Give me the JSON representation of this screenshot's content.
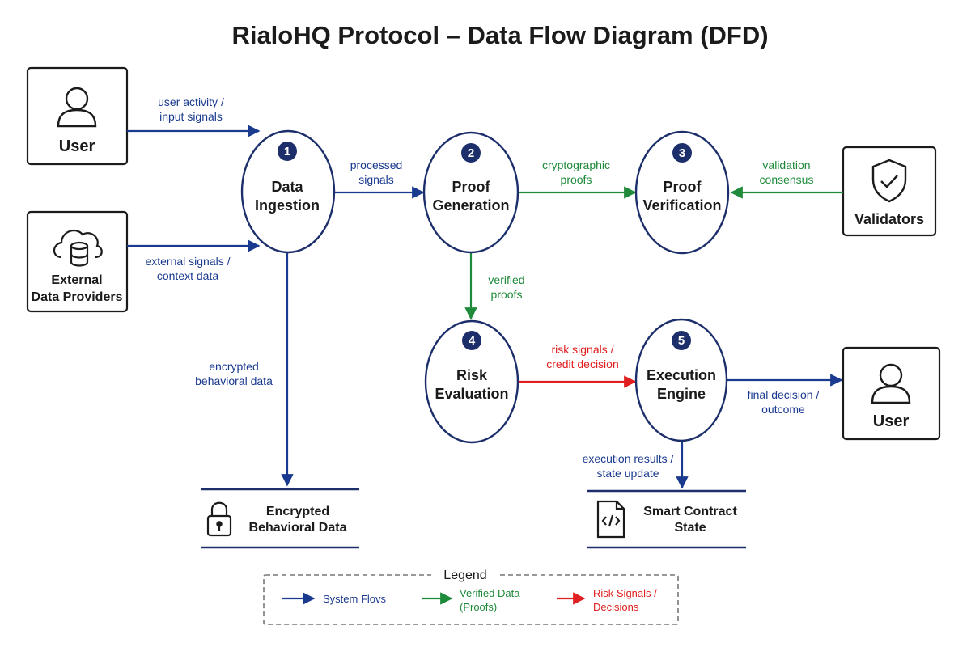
{
  "title": "RialoHQ Protocol – Data Flow Diagram (DFD)",
  "colors": {
    "system": "#1a3a8f",
    "verified": "#1e8a3a",
    "risk": "#e02020",
    "node_stroke": "#1c2f6b",
    "number_badge": "#1c2f6b"
  },
  "entities": {
    "user_input": {
      "label": "User",
      "icon": "user-icon"
    },
    "providers": {
      "line1": "External",
      "line2": "Data Providers",
      "icon": "cloud-database-icon"
    },
    "validators": {
      "label": "Validators",
      "icon": "shield-check-icon"
    },
    "user_output": {
      "label": "User",
      "icon": "user-icon"
    }
  },
  "processes": {
    "p1": {
      "number": "1",
      "line1": "Data",
      "line2": "Ingestion"
    },
    "p2": {
      "number": "2",
      "line1": "Proof",
      "line2": "Generation"
    },
    "p3": {
      "number": "3",
      "line1": "Proof",
      "line2": "Verification"
    },
    "p4": {
      "number": "4",
      "line1": "Risk",
      "line2": "Evaluation"
    },
    "p5": {
      "number": "5",
      "line1": "Execution",
      "line2": "Engine"
    }
  },
  "stores": {
    "encrypted": {
      "line1": "Encrypted",
      "line2": "Behavioral Data",
      "icon": "lock-icon"
    },
    "contract": {
      "line1": "Smart Contract",
      "line2": "State",
      "icon": "code-file-icon"
    }
  },
  "flows": {
    "user_activity": {
      "line1": "user activity /",
      "line2": "input signals"
    },
    "external": {
      "line1": "external signals /",
      "line2": "context data"
    },
    "processed": {
      "line1": "processed",
      "line2": "signals"
    },
    "crypto": {
      "line1": "cryptographic",
      "line2": "proofs"
    },
    "validation": {
      "line1": "validation",
      "line2": "consensus"
    },
    "verified": {
      "line1": "verified",
      "line2": "proofs"
    },
    "encrypted": {
      "line1": "encrypted",
      "line2": "behavioral data"
    },
    "risk": {
      "line1": "risk signals /",
      "line2": "credit decision"
    },
    "final": {
      "line1": "final decision /",
      "line2": "outcome"
    },
    "exec": {
      "line1": "execution results /",
      "line2": "state update"
    }
  },
  "legend": {
    "title": "Legend",
    "system": "System Flovs",
    "verified_line1": "Verified Data",
    "verified_line2": "(Proofs)",
    "risk_line1": "Risk Signals /",
    "risk_line2": "Decisions"
  }
}
